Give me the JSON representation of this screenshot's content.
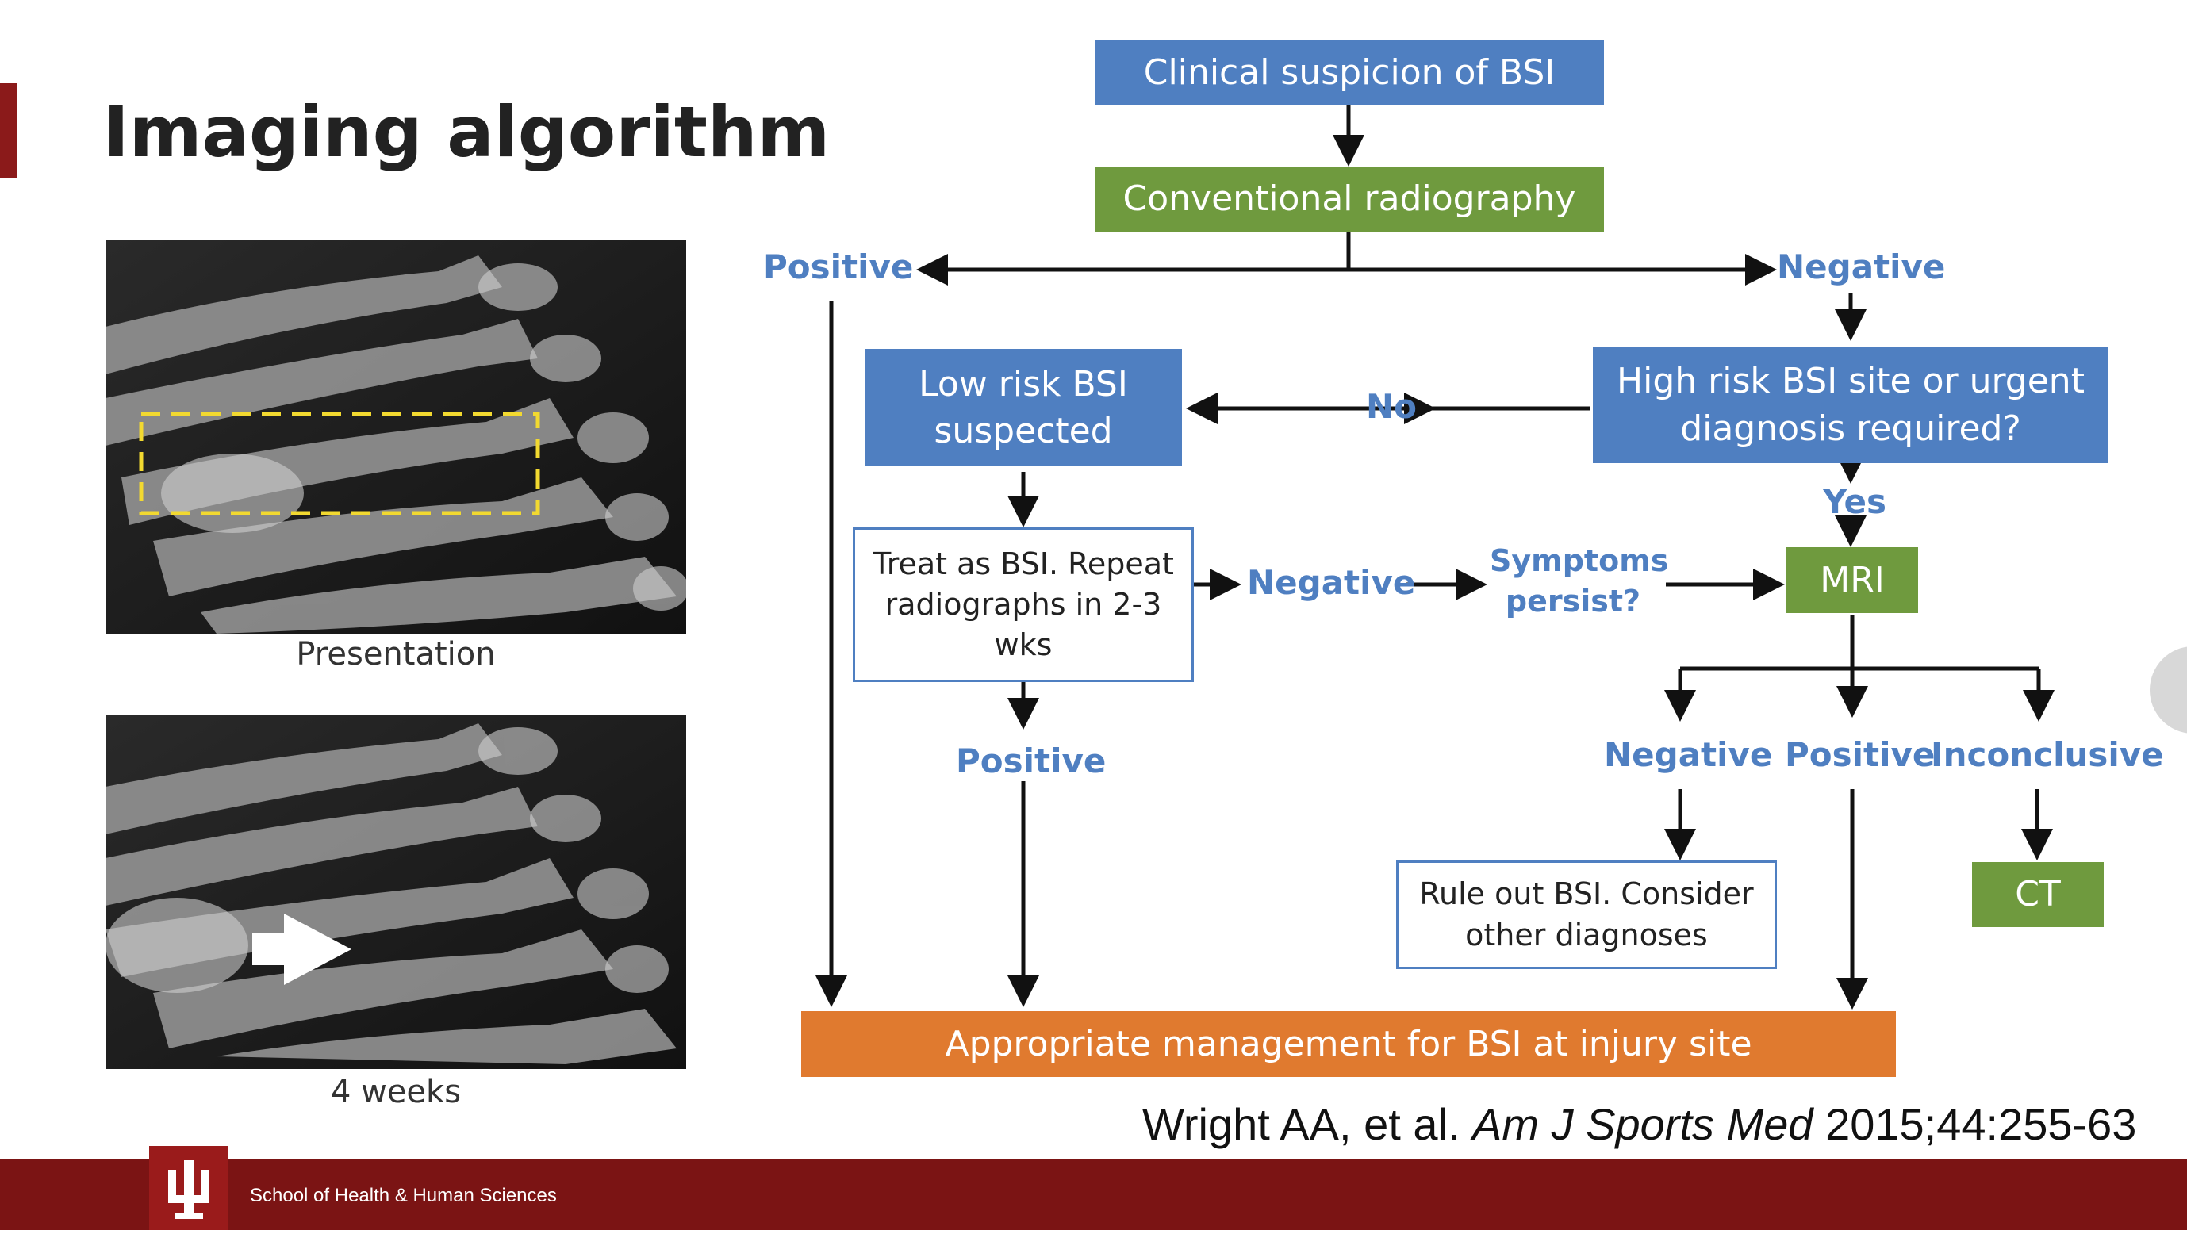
{
  "slide": {
    "title": "Imaging algorithm"
  },
  "images": {
    "top_caption": "Presentation",
    "bottom_caption": "4 weeks"
  },
  "flowchart": {
    "clinical_suspicion": "Clinical suspicion of BSI",
    "conventional_radiography": "Conventional radiography",
    "positive_left": "Positive",
    "negative_right": "Negative",
    "high_risk_line1": "High risk BSI site or urgent",
    "high_risk_line2": "diagnosis required?",
    "no_label": "No",
    "yes_label": "Yes",
    "low_risk_line1": "Low risk BSI",
    "low_risk_line2": "suspected",
    "treat_line1": "Treat as BSI. Repeat",
    "treat_line2": "radiographs in 2-3",
    "treat_line3": "wks",
    "negative_mid": "Negative",
    "symptoms_line1": "Symptoms",
    "symptoms_line2": "persist?",
    "mri": "MRI",
    "positive_mid": "Positive",
    "mri_negative": "Negative",
    "mri_positive": "Positive",
    "mri_inconclusive": "Inconclusive",
    "rule_out_line1": "Rule out BSI. Consider",
    "rule_out_line2": "other diagnoses",
    "ct": "CT",
    "management": "Appropriate management for BSI at injury site"
  },
  "citation": {
    "authors": "Wright AA, et al.",
    "journal": "Am J Sports Med",
    "details": "2015;44:255-63"
  },
  "footer": {
    "logo_mark": "ΨΙ",
    "school": "School of Health & Human Sciences"
  },
  "colors": {
    "blue": "#4f7fc1",
    "green": "#6f9a3e",
    "orange": "#e07a2f",
    "maroon": "#7b1414"
  }
}
